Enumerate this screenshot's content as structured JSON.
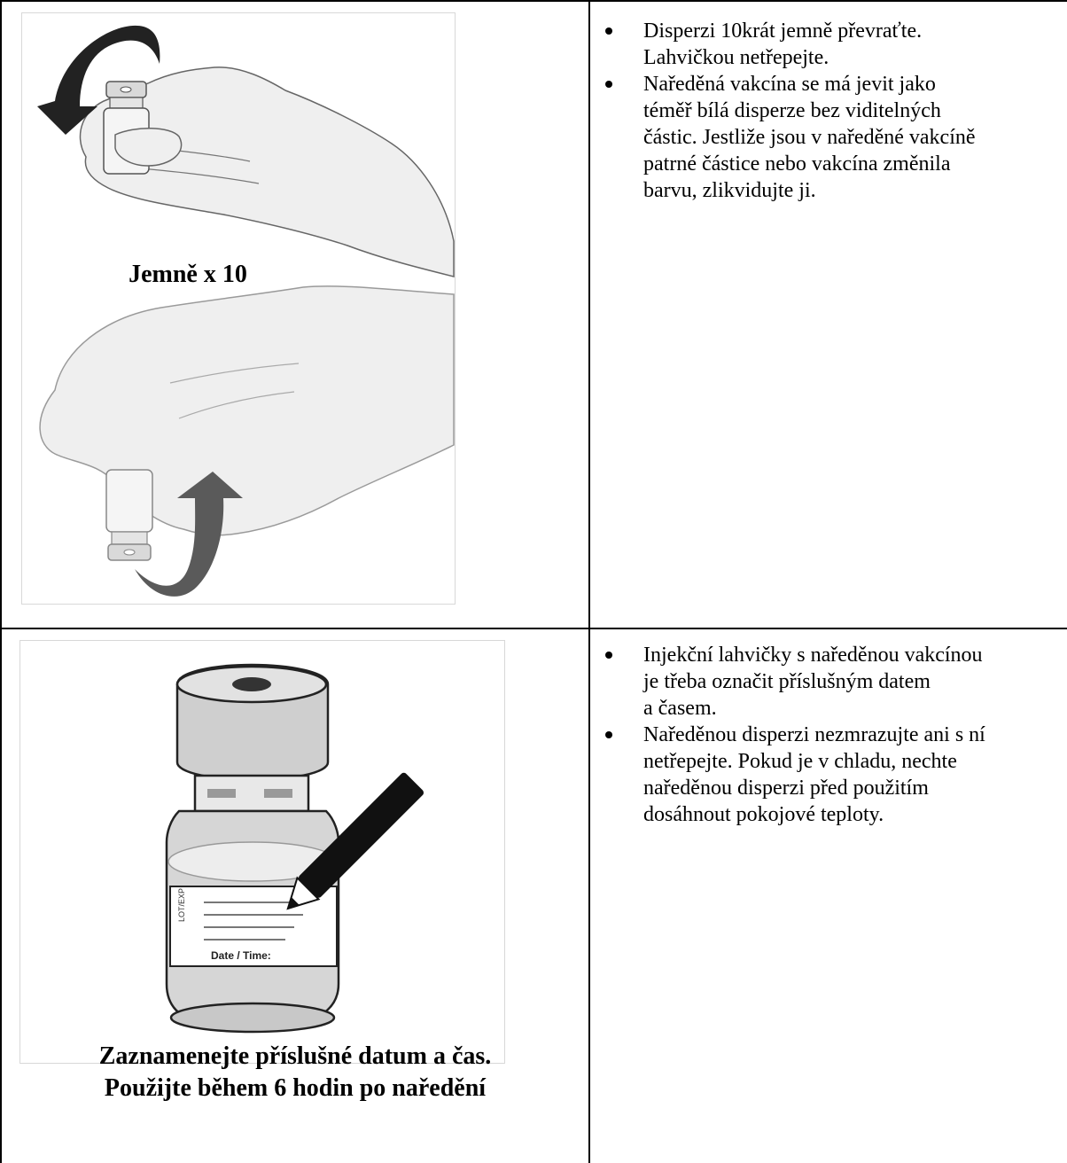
{
  "rows": [
    {
      "caption_lines": [
        "Jemně x 10"
      ],
      "bullets": [
        {
          "lines": [
            "Disperzi 10krát jemně převraťte.",
            "Lahvičkou netřepejte."
          ]
        },
        {
          "lines": [
            "Naředěná vakcína se má jevit jako",
            "téměř bílá disperze bez viditelných",
            "částic. Jestliže jsou v naředěné vakcíně",
            "patrné částice nebo vakcína změnila",
            "barvu, zlikvidujte ji."
          ]
        }
      ],
      "illustration": {
        "icon": "hands-inverting-vial-icon",
        "arrow_color": "#4a4a4a"
      }
    },
    {
      "caption_lines": [
        "Zaznamenejte příslušné datum a čas.",
        "Použijte během 6 hodin po naředění"
      ],
      "bullets": [
        {
          "lines": [
            "Injekční lahvičky s naředěnou vakcínou",
            "je třeba označit příslušným datem",
            "a časem."
          ]
        },
        {
          "lines": [
            "Naředěnou disperzi nezmrazujte ani s ní",
            "netřepejte. Pokud je v chladu, nechte",
            "naředěnou disperzi před použitím",
            "dosáhnout pokojové teploty."
          ]
        }
      ],
      "illustration": {
        "icon": "vial-label-pen-icon",
        "label_text": "Date / Time:",
        "label_side_text": "LOT/EXP"
      }
    }
  ]
}
